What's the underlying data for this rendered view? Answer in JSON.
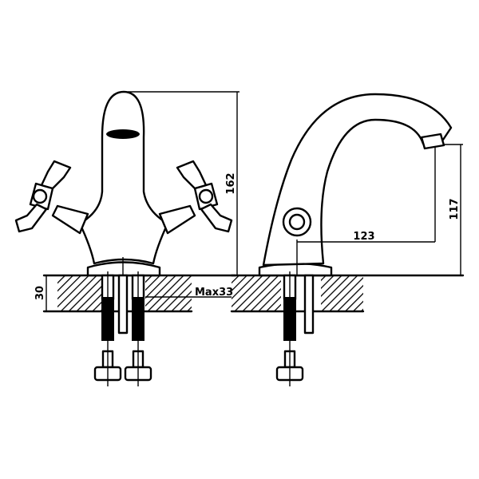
{
  "drawing": {
    "dimensions": {
      "overall_height": "162",
      "deck_thickness": "30",
      "max_deck": "Max33",
      "spout_reach": "123",
      "spout_height": "117"
    },
    "colors": {
      "line": "#000000",
      "background": "#ffffff"
    }
  }
}
